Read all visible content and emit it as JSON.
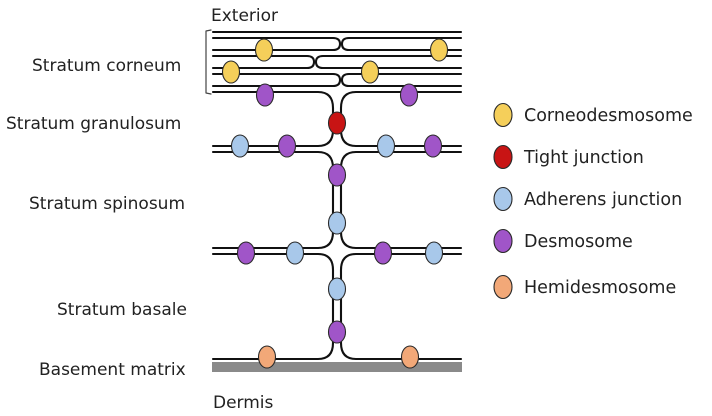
{
  "boundaries": {
    "top": "Exterior",
    "bottom": "Dermis"
  },
  "layers": [
    {
      "id": "corneum",
      "label": "Stratum corneum"
    },
    {
      "id": "granulosum",
      "label": "Stratum granulosum"
    },
    {
      "id": "spinosum",
      "label": "Stratum spinosum"
    },
    {
      "id": "basale",
      "label": "Stratum basale"
    },
    {
      "id": "matrix",
      "label": "Basement matrix"
    }
  ],
  "legend": [
    {
      "key": "corneodesmosome",
      "label": "Corneodesmosome",
      "color": "#f5cf5a"
    },
    {
      "key": "tight",
      "label": "Tight junction",
      "color": "#c81414"
    },
    {
      "key": "adherens",
      "label": "Adherens junction",
      "color": "#a8c8ea"
    },
    {
      "key": "desmosome",
      "label": "Desmosome",
      "color": "#a055c8"
    },
    {
      "key": "hemidesmosome",
      "label": "Hemidesmosome",
      "color": "#f2a878"
    }
  ],
  "colors": {
    "line": "#111111",
    "basement_bar": "#8a8a8a",
    "text": "#222222"
  }
}
